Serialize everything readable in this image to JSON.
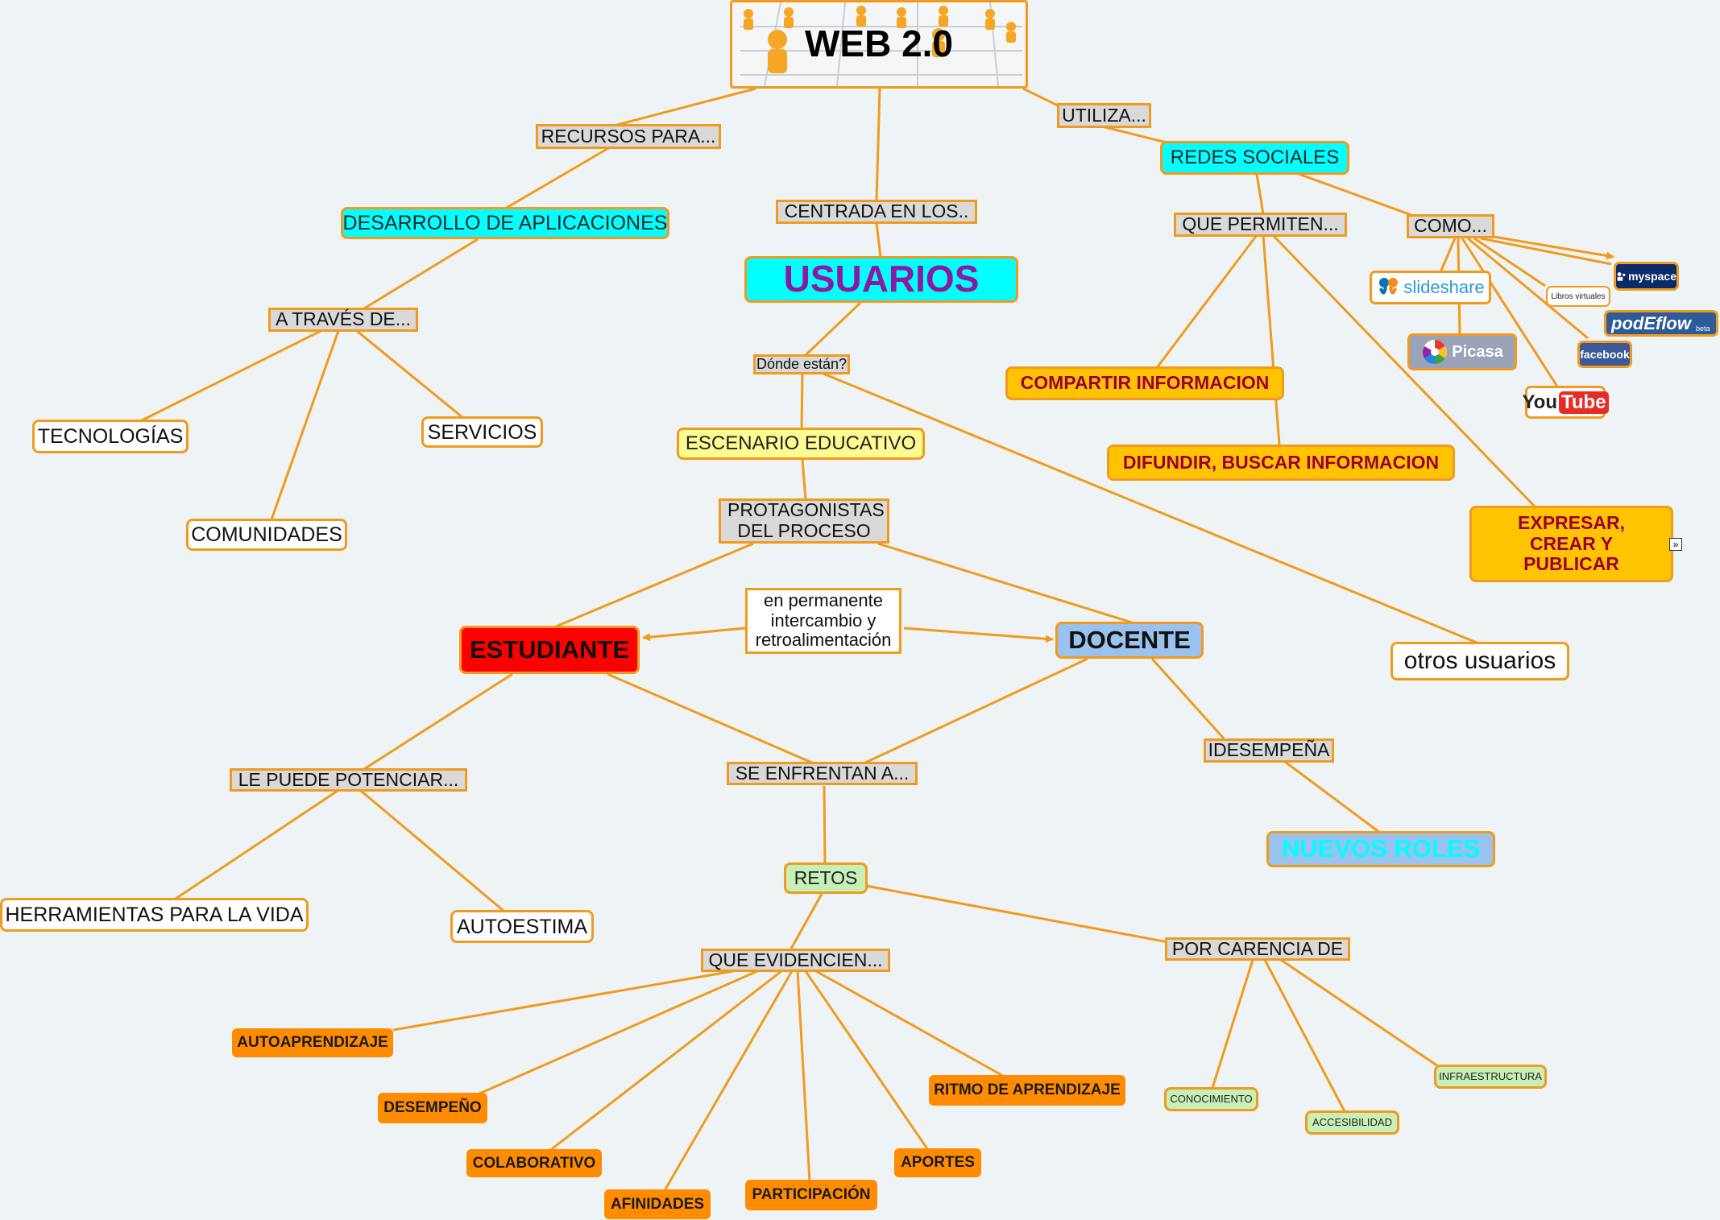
{
  "title": "WEB 2.0",
  "colors": {
    "line": "#f29a1d",
    "cyan": "#00ffff",
    "yellow": "#ffc400",
    "orange": "#ff8c00",
    "red": "#ff0000",
    "blue": "#99c2ee",
    "green": "#c6f0b7",
    "label_grey": "#d9d9d9",
    "purple_text": "#8b1aa3",
    "maroon_text": "#9b0037"
  },
  "left_branch": {
    "recursos": "RECURSOS PARA...",
    "desarrollo": "DESARROLLO DE APLICACIONES",
    "a_traves": "A TRAVÉS DE...",
    "tecnologias": "TECNOLOGÍAS",
    "servicios": "SERVICIOS",
    "comunidades": "COMUNIDADES"
  },
  "center_branch": {
    "centrada": "CENTRADA EN LOS..",
    "usuarios": "USUARIOS",
    "donde": "Dónde están?",
    "escenario": "ESCENARIO EDUCATIVO",
    "protagonistas": "PROTAGONISTAS DEL PROCESO",
    "estudiante": "ESTUDIANTE",
    "intercambio": "en permanente intercambio y retroalimentación",
    "docente": "DOCENTE",
    "otros": "otros usuarios",
    "potenciar": "LE PUEDE POTENCIAR...",
    "herramientas": "HERRAMIENTAS PARA LA VIDA",
    "autoestima": "AUTOESTIMA",
    "enfrentan": "SE ENFRENTAN A...",
    "desempena": "IDESEMPEÑA",
    "nuevos_roles": "NUEVOS ROLES",
    "retos": "RETOS",
    "evidencien": "QUE EVIDENCIEN...",
    "carencia": "POR CARENCIA DE",
    "evidence_items": [
      "AUTOAPRENDIZAJE",
      "DESEMPEÑO",
      "COLABORATIVO",
      "AFINIDADES",
      "PARTICIPACIÓN",
      "APORTES",
      "RITMO DE APRENDIZAJE"
    ],
    "carencia_items": [
      "CONOCIMIENTO",
      "ACCESIBILIDAD",
      "INFRAESTRUCTURA"
    ]
  },
  "right_branch": {
    "utiliza": "UTILIZA...",
    "redes": "REDES SOCIALES",
    "permiten": "QUE PERMITEN...",
    "como": "COMO...",
    "compartir": "COMPARTIR INFORMACION",
    "difundir": "DIFUNDIR, BUSCAR INFORMACION",
    "expresar": "EXPRESAR, CREAR Y PUBLICAR",
    "logos": {
      "slideshare": "slideshare",
      "picasa": "Picasa",
      "youtube_you": "You",
      "youtube_tube": "Tube",
      "facebook": "facebook",
      "podeflow": "podEflow",
      "podeflow_beta": "beta",
      "libros": "Libros virtuales",
      "myspace": "myspace"
    }
  },
  "icons": {
    "expand": "expand-icon",
    "people": "people-network-icon"
  }
}
